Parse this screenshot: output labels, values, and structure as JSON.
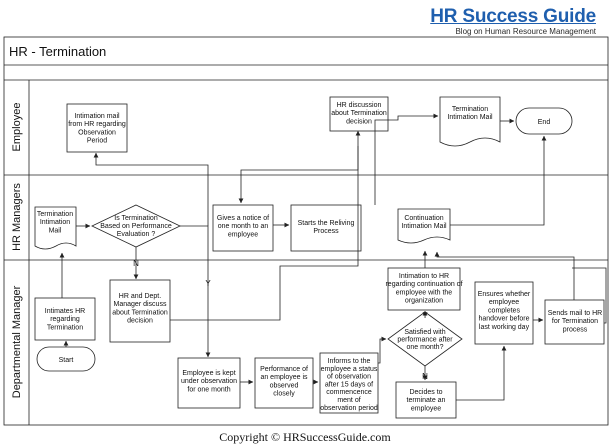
{
  "brand": {
    "title": "HR Success Guide",
    "tagline": "Blog on Human Resource Management"
  },
  "diagram": {
    "title": "HR - Termination",
    "lanes": [
      "Employee",
      "HR Managers",
      "Departmental Manager"
    ]
  },
  "nodes": {
    "intimation_mail": [
      "Intimation mail",
      "from HR regarding",
      "Observation",
      "Period"
    ],
    "hr_discussion": [
      "HR discussion",
      "about Termination",
      "decision"
    ],
    "termination_mail_emp": [
      "Termination",
      "Intimation Mail"
    ],
    "end": [
      "End"
    ],
    "termination_doc_hr": [
      "Termination",
      "Intimation",
      "Mail"
    ],
    "is_termination": [
      "Is Termination",
      "Based on Performance",
      "Evaluation ?"
    ],
    "gives_notice": [
      "Gives a notice of",
      "one month to an",
      "employee"
    ],
    "starts_relieving": [
      "Starts the Reliving",
      "Process"
    ],
    "continuation_mail": [
      "Continuation",
      "Intimation Mail"
    ],
    "intimates_hr": [
      "Intimates HR",
      "regarding",
      "Termination"
    ],
    "hr_dept_discuss": [
      "HR and Dept.",
      "Manager discuss",
      "about Termination",
      "decision"
    ],
    "start": [
      "Start"
    ],
    "kept_under_obs": [
      "Employee is kept",
      "under observation",
      "for one month"
    ],
    "performance_obs": [
      "Performance of",
      "an employee is",
      "observed",
      "closely"
    ],
    "informs_employee": [
      "Informs to the",
      "employee a status",
      "of observation",
      "after 15 days of",
      "commencence",
      "ment of",
      "observation period"
    ],
    "intimation_continuation": [
      "Intimation to HR",
      "regarding continuation of",
      "employee with the",
      "organization"
    ],
    "satisfied": [
      "Satisfied with",
      "performance after",
      "one month?"
    ],
    "decides_terminate": [
      "Decides to",
      "terminate an",
      "employee"
    ],
    "ensures_handover": [
      "Ensures whether",
      "employee",
      "completes",
      "handover before",
      "last working day"
    ],
    "sends_mail": [
      "Sends mail to HR",
      "for Termination",
      "process"
    ]
  },
  "edge_labels": {
    "n": "N",
    "y1": "Y",
    "y2": "Y",
    "n2": "N"
  },
  "footer": "Copyright © HRSuccessGuide.com"
}
